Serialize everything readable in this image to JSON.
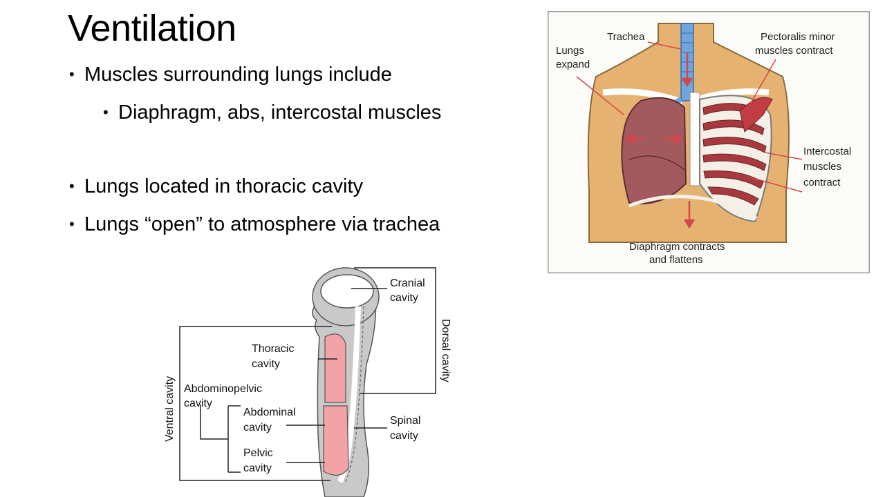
{
  "slide": {
    "title": "Ventilation",
    "bullets": [
      "Muscles surrounding lungs include",
      "Diaphragm, abs, intercostal muscles",
      "Lungs located in thoracic cavity",
      "Lungs “open” to atmosphere via trachea"
    ],
    "bullet_glyph": "•"
  },
  "chest_figure": {
    "labels": {
      "trachea": "Trachea",
      "lungs_line1": "Lungs",
      "lungs_line2": "expand",
      "pect_line1": "Pectoralis minor",
      "pect_line2": "muscles contract",
      "inter_line1": "Intercostal",
      "inter_line2": "muscles",
      "inter_line3": "contract",
      "diaph_line1": "Diaphragm contracts",
      "diaph_line2": "and flattens"
    },
    "colors": {
      "skin": "#e6b272",
      "lung": "#a35a5f",
      "trachea": "#6fa6dd",
      "arrow": "#d2464a",
      "rib": "#f4f0e8"
    }
  },
  "cavity_figure": {
    "labels": {
      "cranial_1": "Cranial",
      "cranial_2": "cavity",
      "thoracic_1": "Thoracic",
      "thoracic_2": "cavity",
      "abdominopelvic_1": "Abdominopelvic",
      "abdominopelvic_2": "cavity",
      "abdominal_1": "Abdominal",
      "abdominal_2": "cavity",
      "pelvic_1": "Pelvic",
      "pelvic_2": "cavity",
      "spinal_1": "Spinal",
      "spinal_2": "cavity",
      "dorsal": "Dorsal cavity",
      "ventral": "Ventral cavity"
    },
    "colors": {
      "body": "#c9c9c9",
      "cavity": "#f3a3a6"
    }
  }
}
